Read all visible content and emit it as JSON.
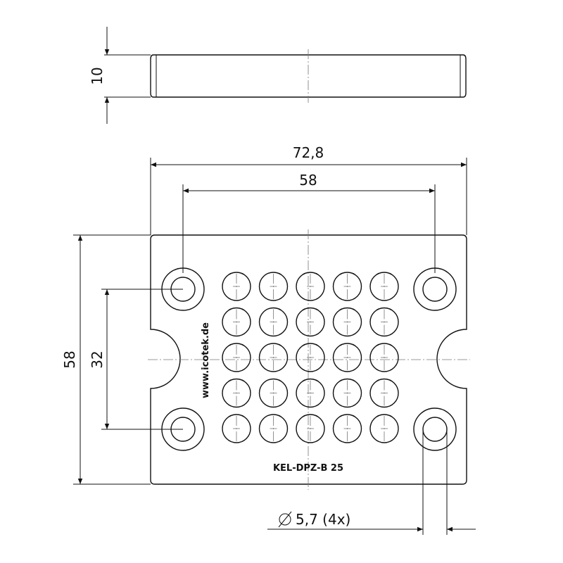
{
  "dimensions": {
    "thickness": "10",
    "overall_width": "72,8",
    "hole_spacing_horizontal": "58",
    "overall_height": "58",
    "hole_spacing_vertical": "32",
    "mounting_hole_diameter": "5,7 (4x)"
  },
  "product": {
    "model_label": "KEL-DPZ-B 25",
    "website": "www.icotek.de"
  },
  "grid": {
    "rows": 5,
    "columns": 5
  }
}
